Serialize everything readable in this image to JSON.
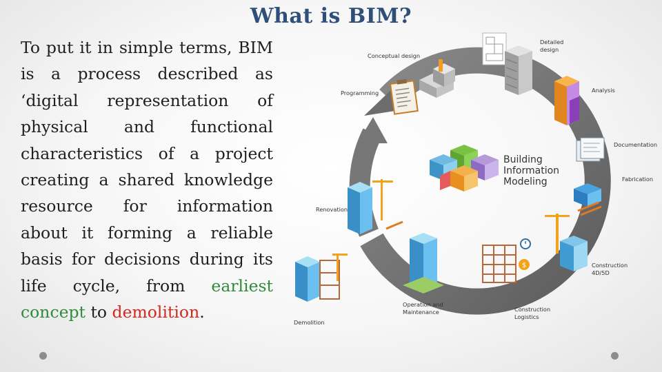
{
  "slide": {
    "title": "What is BIM?",
    "body_parts": [
      "To put it in simple terms, BIM is a process described as ‘digital representation of physical and functional characteristics of a project creating a shared knowledge resource for information about it forming a reliable basis for decisions during its life cycle, from ",
      "earliest concept",
      " to ",
      "demolition",
      "."
    ],
    "colors": {
      "title": "#2f4f7a",
      "highlight_green": "#2e8b3a",
      "highlight_red": "#d02a1e",
      "cycle_arrow": "#6d6d6d"
    }
  },
  "diagram": {
    "center": {
      "line1": "Building",
      "line2": "Information",
      "line3": "Modeling"
    },
    "stages": {
      "conceptual_design": "Conceptual design",
      "detailed_design_1": "Detailed",
      "detailed_design_2": "design",
      "analysis": "Analysis",
      "documentation": "Documentation",
      "fabrication": "Fabrication",
      "construction_1": "Construction",
      "construction_2": "4D/5D",
      "construction_logistics_1": "Construction",
      "construction_logistics_2": "Logistics",
      "operation_1": "Operation and",
      "operation_2": "Maintenance",
      "demolition": "Demolition",
      "renovation": "Renovation",
      "programming": "Programming"
    },
    "icons": [
      "clipboard-icon",
      "blocks-icon",
      "blueprint-icon",
      "tower-icon",
      "analysis-tower-icon",
      "documents-icon",
      "fabrication-icon",
      "crane-icon",
      "scaffold-icon",
      "stopwatch-icon",
      "coin-icon",
      "office-tower-icon",
      "renovation-tower-icon",
      "demolition-tower-icon",
      "cube-cluster-icon"
    ]
  }
}
